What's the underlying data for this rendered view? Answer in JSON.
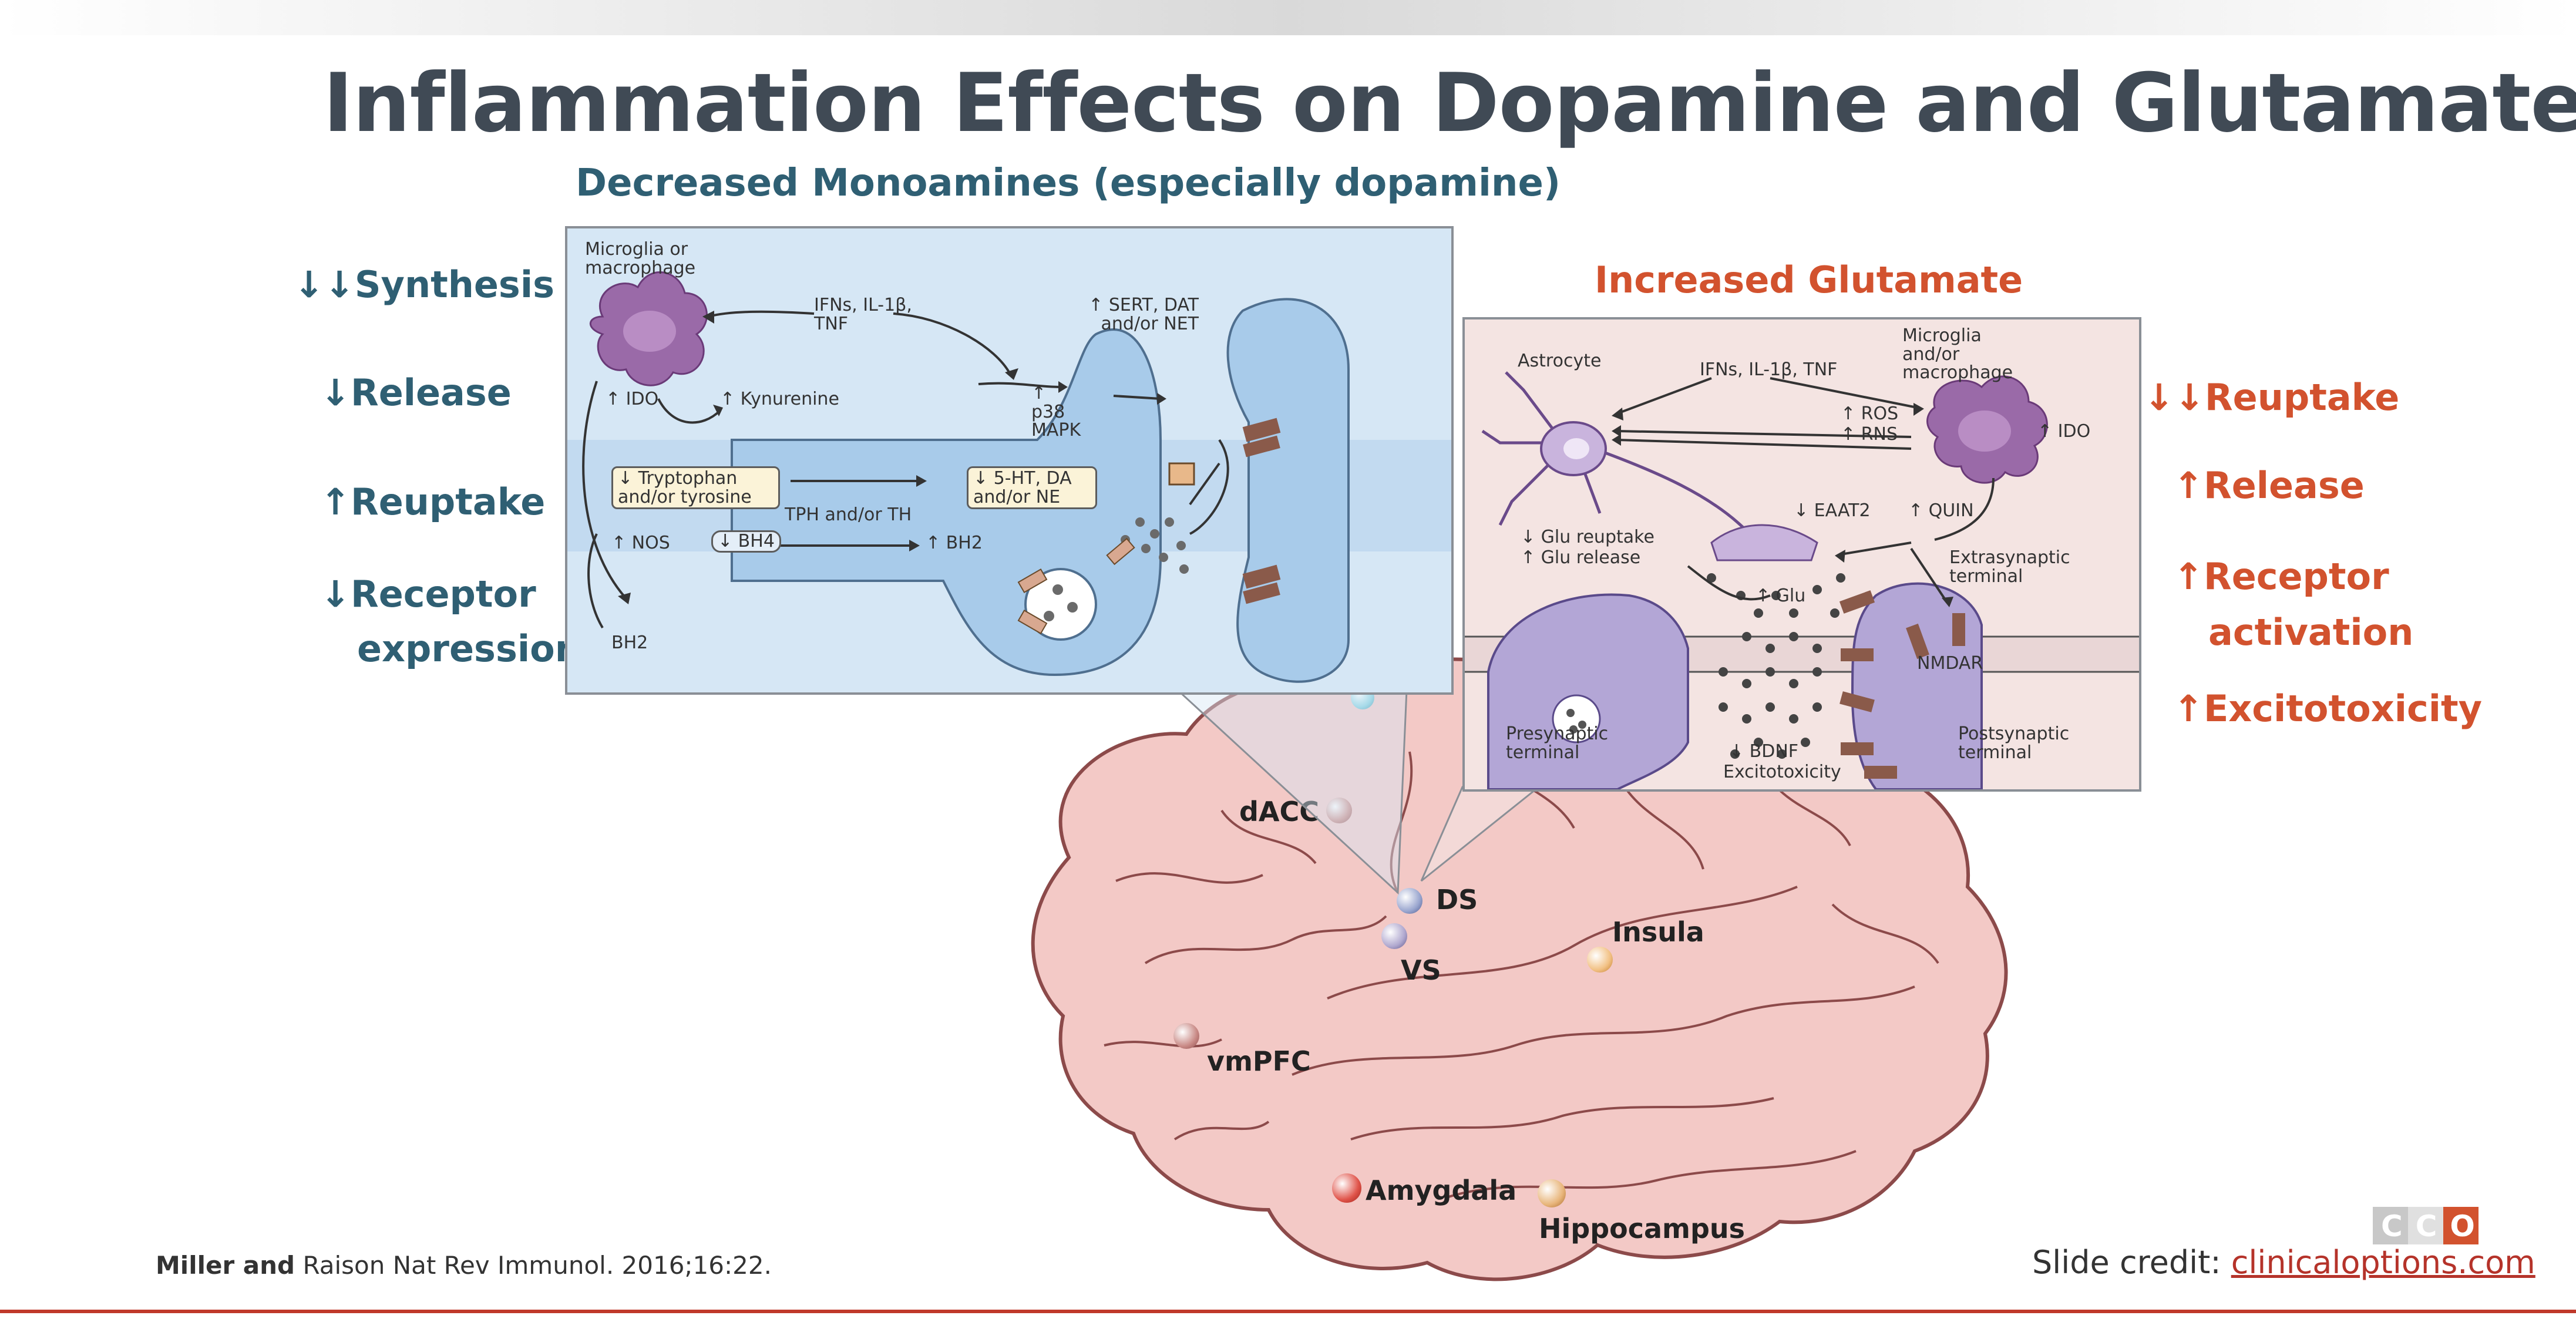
{
  "title": "Inflammation Effects on Dopamine and Glutamate",
  "left_section": {
    "heading": "Decreased Monoamines (especially dopamine)",
    "effects": [
      "↓↓Synthesis",
      "↓Release",
      "↑Reuptake",
      "↓Receptor",
      "expression"
    ]
  },
  "right_section": {
    "heading": "Increased Glutamate",
    "effects": [
      "↓↓Reuptake",
      "↑Release",
      "↑Receptor",
      "activation",
      "↑Excitotoxicity"
    ]
  },
  "left_panel_labels": {
    "microglia": "Microglia or macrophage",
    "ifns": "IFNs, IL-1β, TNF",
    "ido": "↑ IDO",
    "kynurenine": "↑ Kynurenine",
    "p38": "↑ p38 MAPK",
    "sert": "↑ SERT, DAT and/or NET",
    "tryptophan": "↓ Tryptophan and/or tyrosine",
    "tph": "TPH and/or TH",
    "ht": "↓ 5-HT, DA and/or NE",
    "nos": "↑ NOS",
    "bh4": "↓ BH4",
    "bh2a": "↑ BH2",
    "bh2b": "BH2"
  },
  "right_panel_labels": {
    "astrocyte": "Astrocyte",
    "ifns": "IFNs, IL-1β, TNF",
    "microglia": "Microglia and/or macrophage",
    "ros": "↑ ROS",
    "rns": "↑ RNS",
    "ido": "↑ IDO",
    "eaat2": "↓ EAAT2",
    "quin": "↑ QUIN",
    "glu_reuptake": "↓ Glu reuptake",
    "glu_release": "↑ Glu release",
    "glu": "↑ Glu",
    "extrasynaptic": "Extrasynaptic terminal",
    "nmdar": "NMDAR",
    "presynaptic": "Presynaptic terminal",
    "bdnf": "↓ BDNF",
    "excitotoxicity": "Excitotoxicity",
    "postsynaptic": "Postsynaptic terminal"
  },
  "brain_regions": [
    "dACC",
    "DS",
    "VS",
    "Insula",
    "vmPFC",
    "Amygdala",
    "Hippocampus"
  ],
  "citation": {
    "authors_bold": "Miller and",
    "rest": " Raison Nat Rev Immunol. 2016;16:22."
  },
  "credit": {
    "label": "Slide credit: ",
    "link": "clinicaloptions.com"
  },
  "logo": "CCO",
  "colors": {
    "left_accent": "#2f5f73",
    "right_accent": "#d2522e",
    "brain_fill": "#f3c9c6",
    "brain_line": "#8c4a4a"
  }
}
